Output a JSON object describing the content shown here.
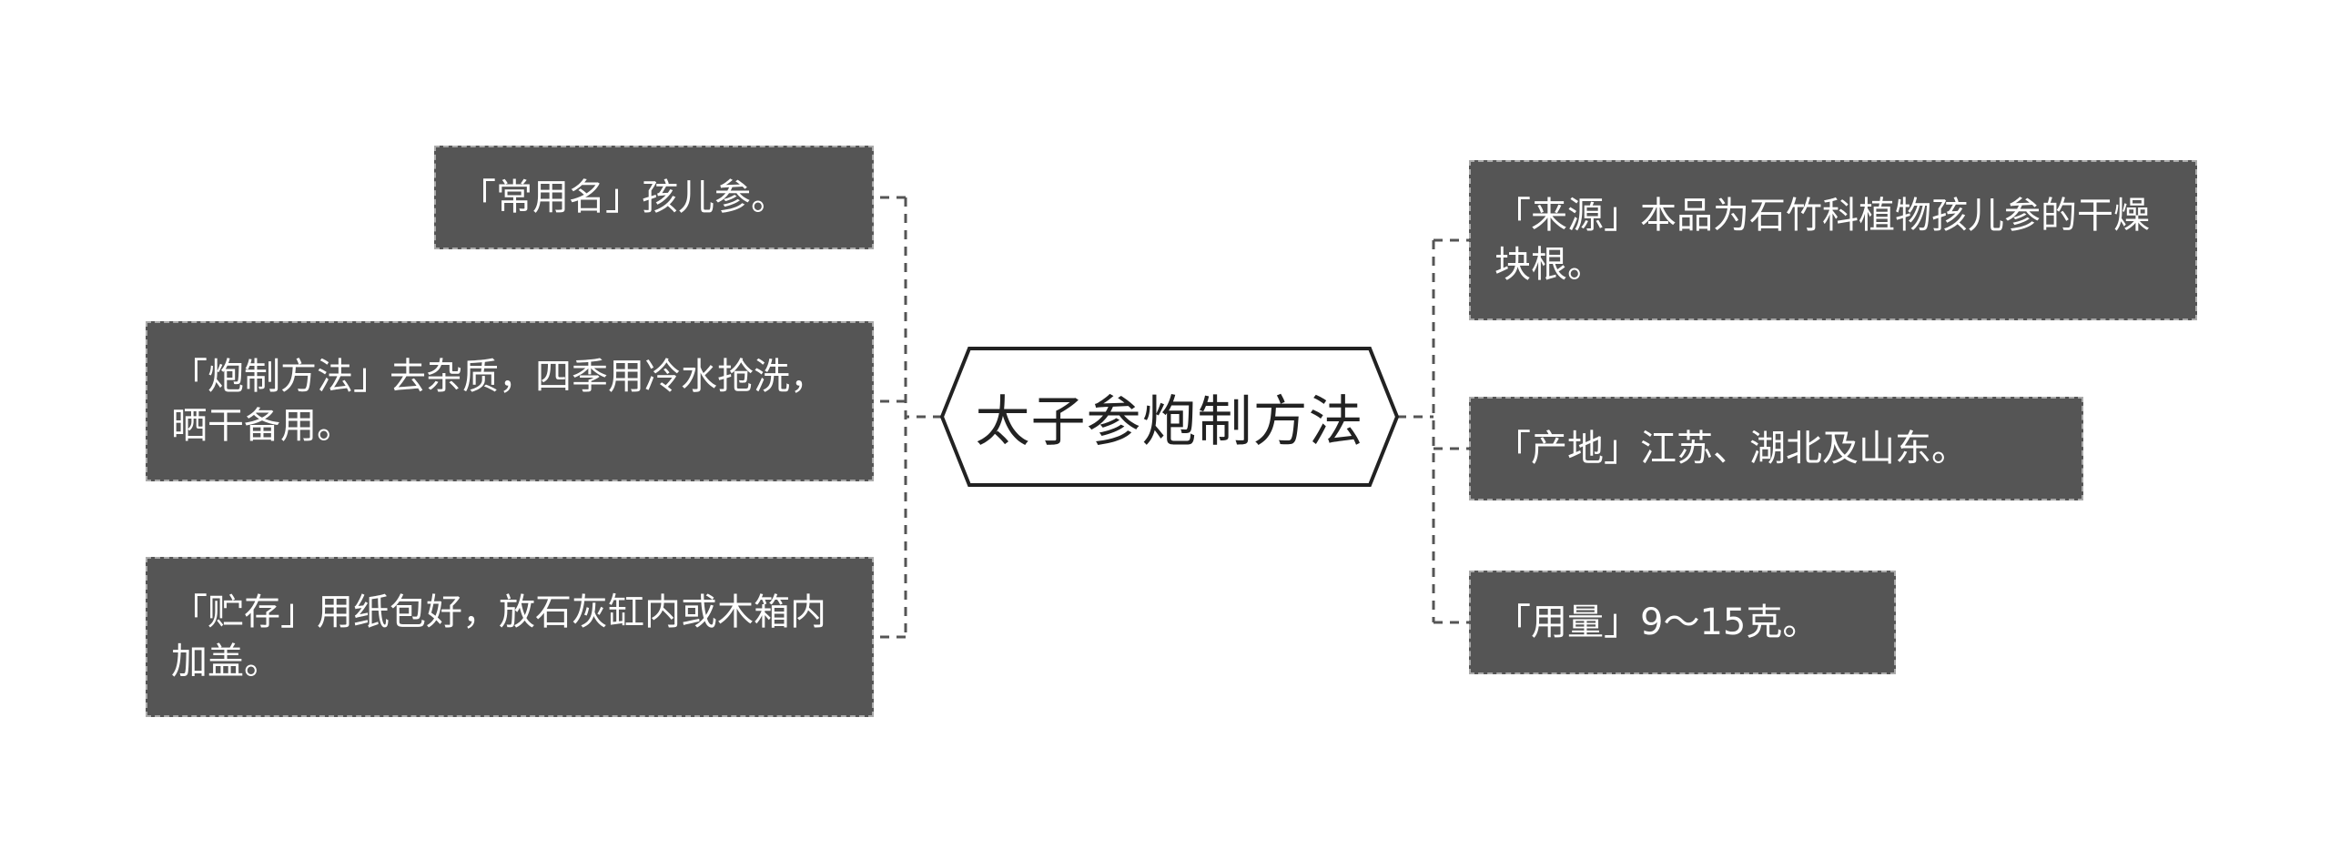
{
  "center": {
    "title": "太子参炮制方法"
  },
  "left_nodes": [
    {
      "text": "「常用名」孩儿参。"
    },
    {
      "text": "「炮制方法」去杂质，四季用冷水抢洗，晒干备用。"
    },
    {
      "text": "「贮存」用纸包好，放石灰缸内或木箱内加盖。"
    }
  ],
  "right_nodes": [
    {
      "text": "「来源」本品为石竹科植物孩儿参的干燥块根。"
    },
    {
      "text": "「产地」江苏、湖北及山东。"
    },
    {
      "text": "「用量」9～15克。"
    }
  ],
  "colors": {
    "node_fill": "#555555",
    "node_border": "#aaaaaa",
    "node_text": "#ffffff",
    "center_border": "#222222",
    "connector": "#555555"
  }
}
